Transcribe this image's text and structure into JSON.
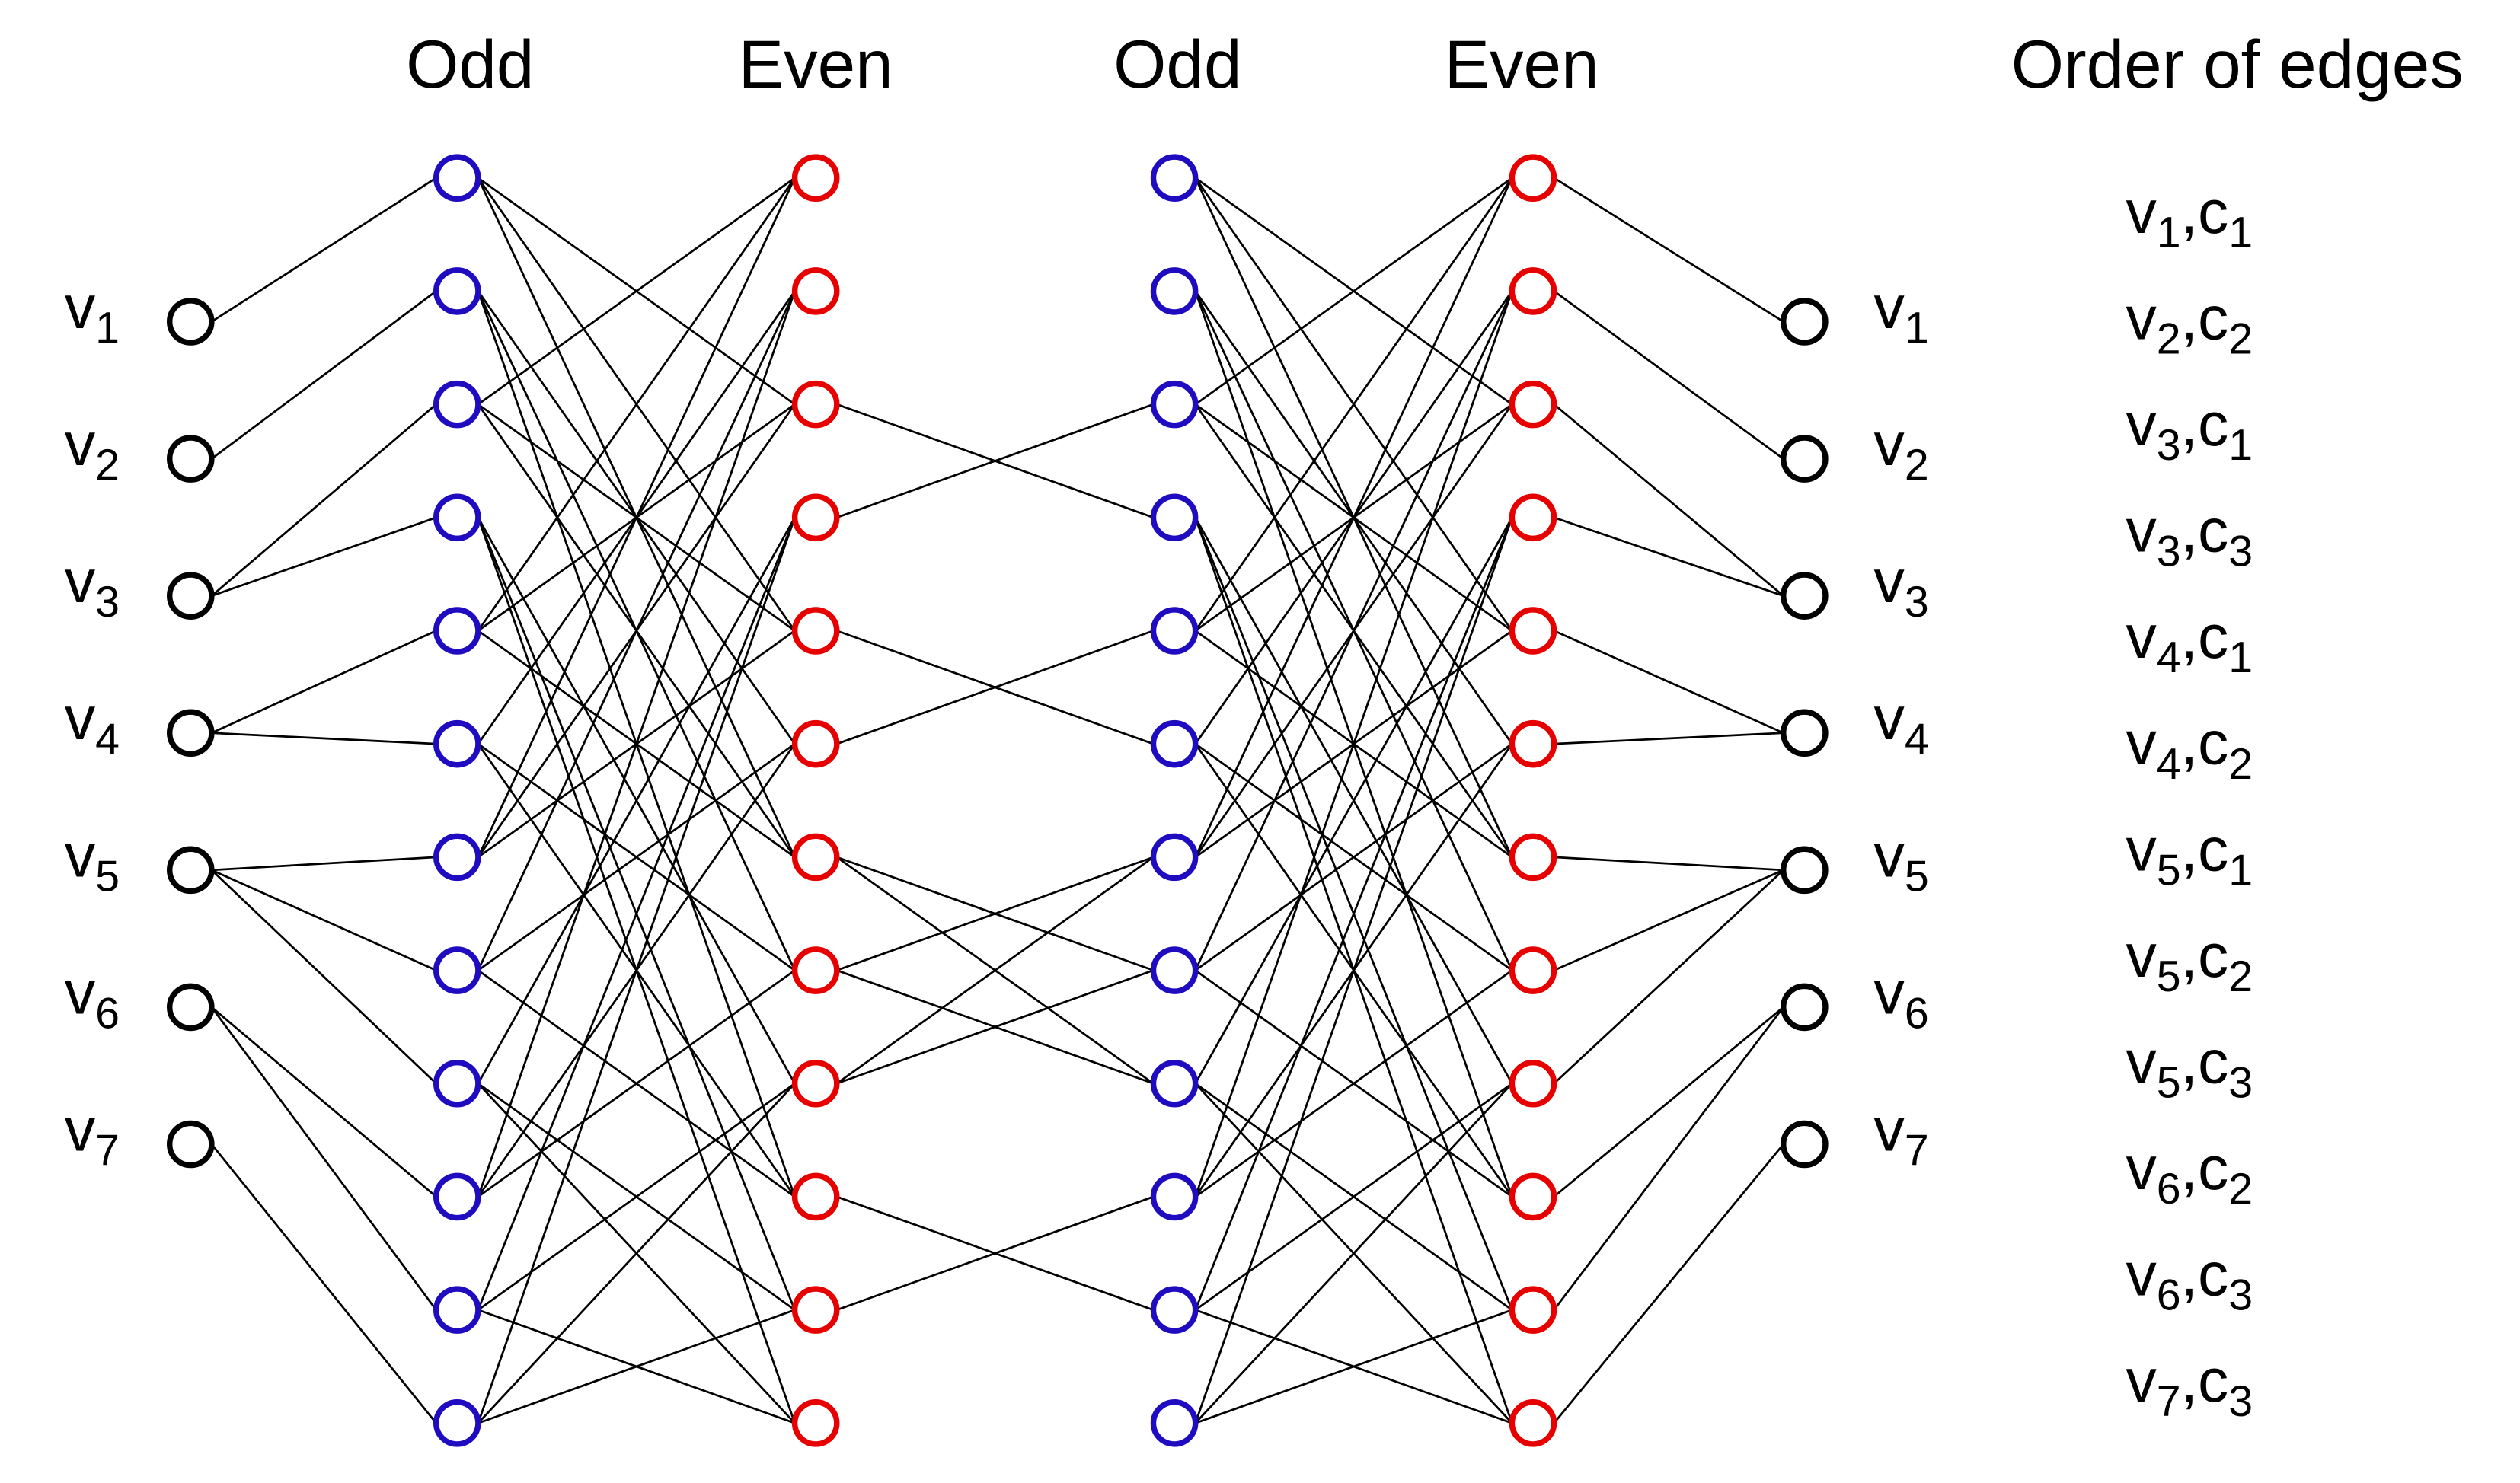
{
  "headers": {
    "col1": "Odd",
    "col2": "Even",
    "col3": "Odd",
    "col4": "Even",
    "order": "Order of edges"
  },
  "vertex_prefix": "v",
  "color_prefix": "c",
  "vertices": [
    "1",
    "2",
    "3",
    "4",
    "5",
    "6",
    "7"
  ],
  "edges": [
    {
      "v": "1",
      "c": "1"
    },
    {
      "v": "2",
      "c": "2"
    },
    {
      "v": "3",
      "c": "1"
    },
    {
      "v": "3",
      "c": "3"
    },
    {
      "v": "4",
      "c": "1"
    },
    {
      "v": "4",
      "c": "2"
    },
    {
      "v": "5",
      "c": "1"
    },
    {
      "v": "5",
      "c": "2"
    },
    {
      "v": "5",
      "c": "3"
    },
    {
      "v": "6",
      "c": "2"
    },
    {
      "v": "6",
      "c": "3"
    },
    {
      "v": "7",
      "c": "3"
    }
  ],
  "colors": {
    "odd": "#1f0cc0",
    "even": "#e60000",
    "vertex": "#000000",
    "line": "#000000"
  }
}
